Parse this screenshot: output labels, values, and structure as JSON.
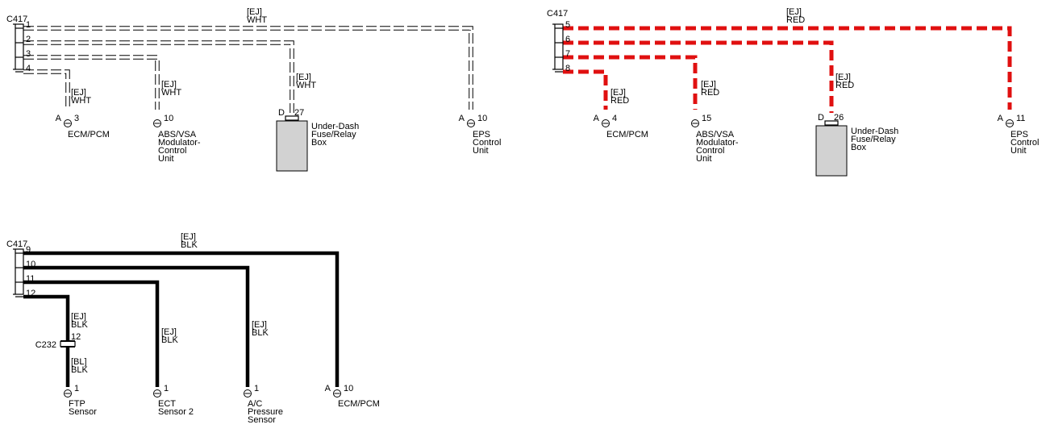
{
  "diagrams": {
    "white": {
      "connector": "C417",
      "pins": [
        "1",
        "2",
        "3",
        "4"
      ],
      "wire_label": [
        "[EJ]",
        "WHT"
      ],
      "branches": [
        {
          "code": [
            "[EJ]",
            "WHT"
          ],
          "term_letter": "A",
          "term_num": "3",
          "name": [
            "ECM/PCM"
          ]
        },
        {
          "code": [
            "[EJ]",
            "WHT"
          ],
          "term_letter": "",
          "term_num": "10",
          "name": [
            "ABS/VSA",
            "Modulator-",
            "Control",
            "Unit"
          ]
        },
        {
          "code": [
            "[EJ]",
            "WHT"
          ],
          "term_letter": "D",
          "term_num": "27",
          "name": [
            "Under-Dash",
            "Fuse/Relay",
            "Box"
          ]
        },
        {
          "code": [],
          "term_letter": "A",
          "term_num": "10",
          "name": [
            "EPS",
            "Control",
            "Unit"
          ]
        }
      ]
    },
    "red": {
      "connector": "C417",
      "pins": [
        "5",
        "6",
        "7",
        "8"
      ],
      "wire_label": [
        "[EJ]",
        "RED"
      ],
      "branches": [
        {
          "code": [
            "[EJ]",
            "RED"
          ],
          "term_letter": "A",
          "term_num": "4",
          "name": [
            "ECM/PCM"
          ]
        },
        {
          "code": [
            "[EJ]",
            "RED"
          ],
          "term_letter": "",
          "term_num": "15",
          "name": [
            "ABS/VSA",
            "Modulator-",
            "Control",
            "Unit"
          ]
        },
        {
          "code": [
            "[EJ]",
            "RED"
          ],
          "term_letter": "D",
          "term_num": "26",
          "name": [
            "Under-Dash",
            "Fuse/Relay",
            "Box"
          ]
        },
        {
          "code": [],
          "term_letter": "A",
          "term_num": "11",
          "name": [
            "EPS",
            "Control",
            "Unit"
          ]
        }
      ]
    },
    "black": {
      "connector": "C417",
      "pins": [
        "9",
        "10",
        "11",
        "12"
      ],
      "wire_label": [
        "[EJ]",
        "BLK"
      ],
      "inline_connector": {
        "name": "C232",
        "pin": "12",
        "code_after": [
          "[BL]",
          "BLK"
        ]
      },
      "branches": [
        {
          "code": [
            "[EJ]",
            "BLK"
          ],
          "term_letter": "",
          "term_num": "1",
          "name": [
            "FTP",
            "Sensor"
          ]
        },
        {
          "code": [
            "[EJ]",
            "BLK"
          ],
          "term_letter": "",
          "term_num": "1",
          "name": [
            "ECT",
            "Sensor 2"
          ]
        },
        {
          "code": [
            "[EJ]",
            "BLK"
          ],
          "term_letter": "",
          "term_num": "1",
          "name": [
            "A/C",
            "Pressure",
            "Sensor"
          ]
        },
        {
          "code": [],
          "term_letter": "A",
          "term_num": "10",
          "name": [
            "ECM/PCM"
          ]
        }
      ]
    }
  },
  "colors": {
    "wire_red": "#e01010",
    "wire_black": "#000000",
    "wire_white_outline": "#000000",
    "box_fill": "#d2d2d2"
  }
}
